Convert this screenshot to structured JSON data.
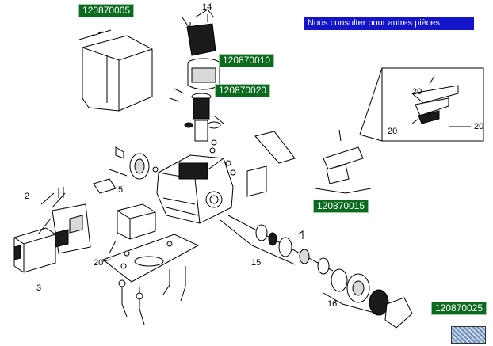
{
  "notice": "Nous consulter pour autres pièces",
  "colors": {
    "tag_background": "#0a6b1f",
    "notice_background": "#1414c8",
    "tag_text": "#ffffff",
    "line": "#000000"
  },
  "part_refs": {
    "cover": "120870005",
    "motor": "120870010",
    "motor_shaft": "120870020",
    "limit_switch": "120870015",
    "rack": "120870025"
  },
  "callouts": {
    "motor_screws": "14",
    "gear": "5",
    "board_screws": "2",
    "board": "3",
    "base_plate": "20",
    "shaft_assembly": "15",
    "output_gear": "16",
    "detail_1": "20",
    "detail_2": "20",
    "detail_3": "20"
  }
}
